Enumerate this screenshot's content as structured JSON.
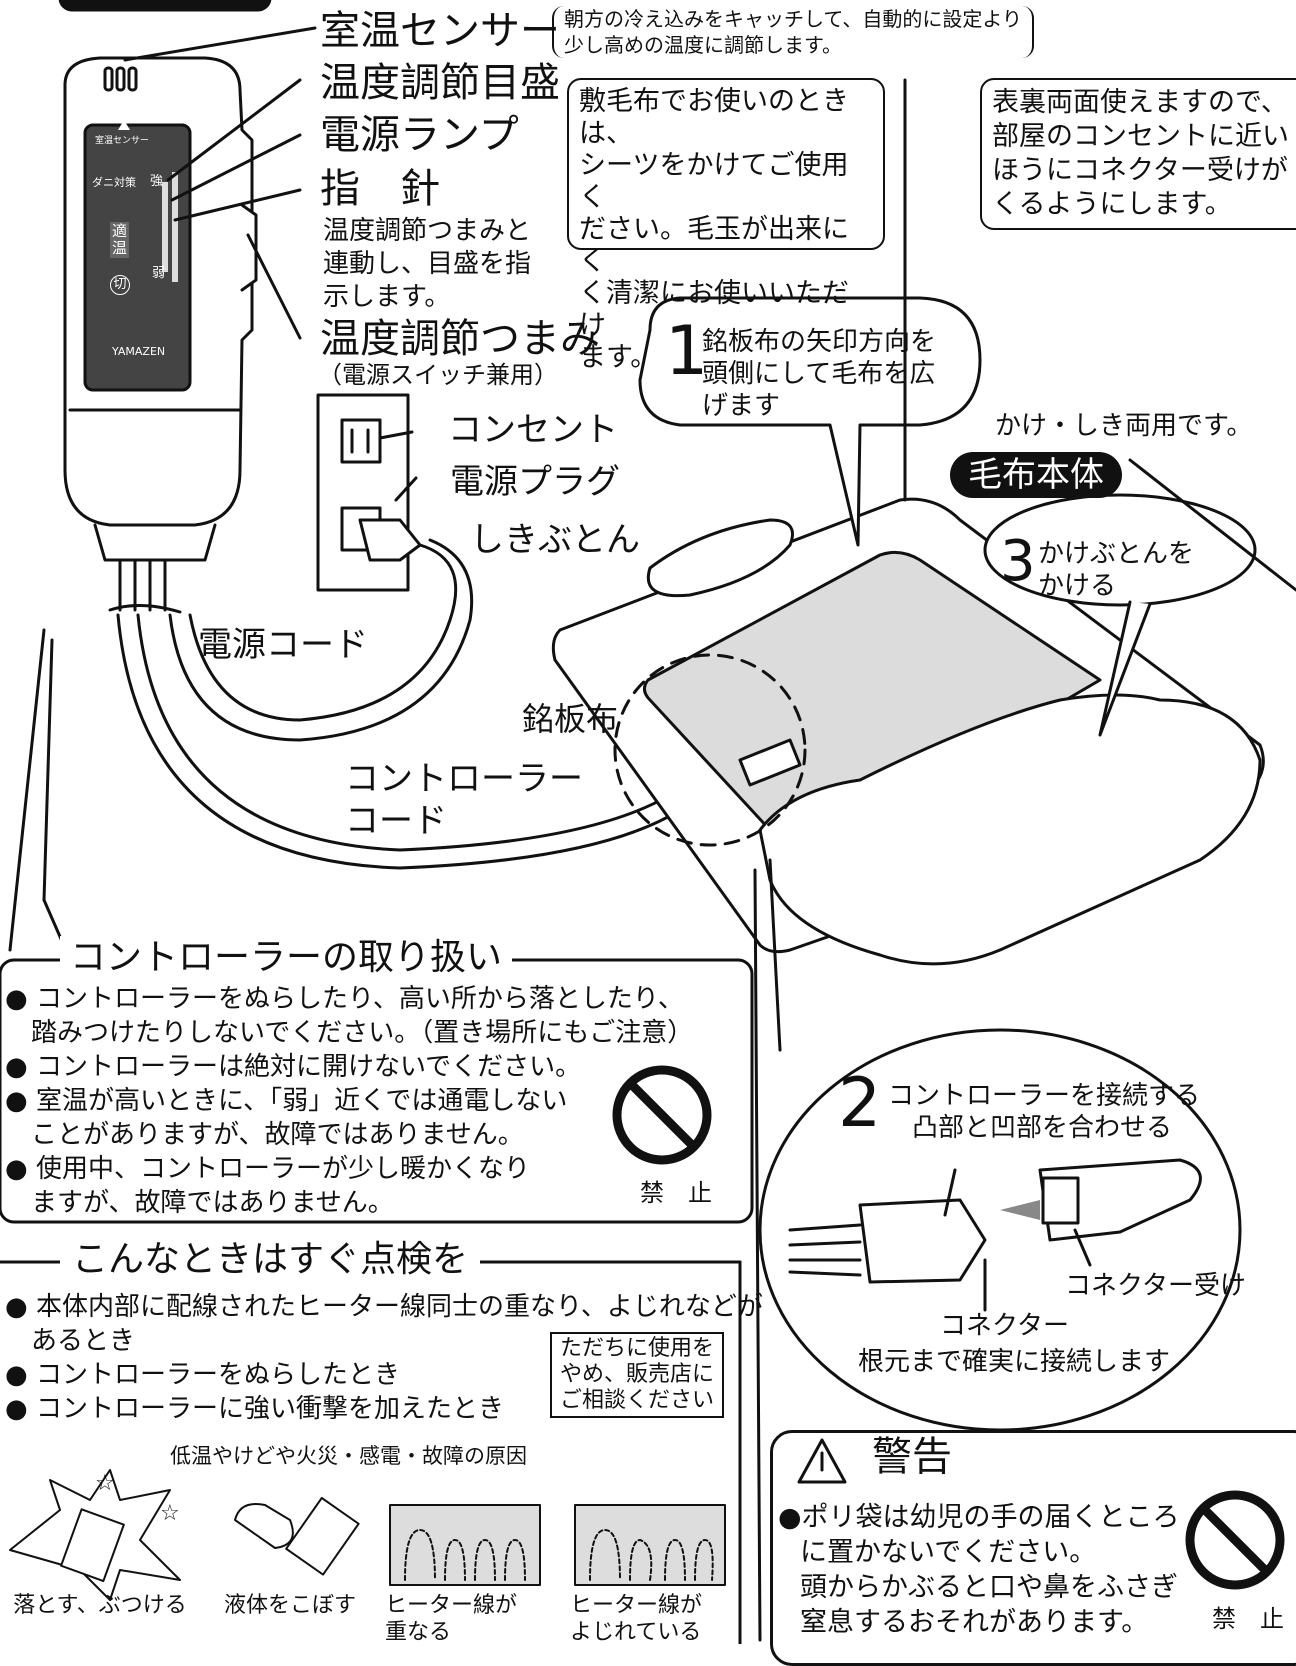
{
  "labels": {
    "room_sensor": "室温センサー",
    "room_sensor_note_1": "朝方の冷え込みをキャッチして、自動的に設定より",
    "room_sensor_note_2": "少し高めの温度に調節します。",
    "temp_scale": "温度調節目盛",
    "power_lamp": "電源ランプ",
    "pointer": "指　針",
    "pointer_desc_1": "温度調節つまみと",
    "pointer_desc_2": "連動し、目盛を指",
    "pointer_desc_3": "示します。",
    "temp_knob": "温度調節つまみ",
    "temp_knob_sub": "（電源スイッチ兼用）",
    "outlet": "コンセント",
    "power_plug": "電源プラグ",
    "futon": "しきぶとん",
    "power_cord": "電源コード",
    "nameplate_cloth": "銘板布",
    "controller_cord_1": "コントローラー",
    "controller_cord_2": "コード",
    "both_use": "かけ・しき両用です。",
    "blanket_body": "毛布本体"
  },
  "controller_device": {
    "sensor_label": "室温センサー",
    "mite_label": "ダニ対策",
    "strong": "強",
    "weak": "弱",
    "optimal_1": "適",
    "optimal_2": "温",
    "off": "切",
    "brand": "YAMAZEN"
  },
  "notes": {
    "sheet_note": [
      "敷毛布でお使いのときは、",
      "シーツをかけてご使用く",
      "ださい。毛玉が出来にく",
      "く清潔にお使いいただけ",
      "ます。"
    ],
    "reversible_note": [
      "表裏両面使えますので、",
      "部屋のコンセントに近い",
      "ほうにコネクター受けが",
      "くるようにします。"
    ]
  },
  "steps": {
    "step1_num": "1",
    "step1_text": [
      "銘板布の矢印方向を",
      "頭側にして毛布を広",
      "げます"
    ],
    "step2_num": "2",
    "step2_text_1": "コントローラーを接続する",
    "step2_text_2": "凸部と凹部を合わせる",
    "step2_receiver": "コネクター受け",
    "step2_connector": "コネクター",
    "step2_note": "根元まで確実に接続します",
    "step3_num": "3",
    "step3_text": [
      "かけぶとんを",
      "かける"
    ]
  },
  "controller_handling": {
    "title": "コントローラーの取り扱い",
    "items": [
      "● コントローラーをぬらしたり、高い所から落としたり、",
      "　踏みつけたりしないでください。（置き場所にもご注意）",
      "● コントローラーは絶対に開けないでください。",
      "● 室温が高いときに、「弱」近くでは通電しない",
      "　ことがありますが、故障ではありません。",
      "● 使用中、コントローラーが少し暖かくなり",
      "　ますが、故障ではありません。"
    ],
    "prohibited": "禁　止"
  },
  "inspection": {
    "title": "こんなときはすぐ点検を",
    "items": [
      "● 本体内部に配線されたヒーター線同士の重なり、よじれなどが",
      "　あるとき",
      "● コントローラーをぬらしたとき",
      "● コントローラーに強い衝撃を加えたとき"
    ],
    "notice": [
      "ただちに使用を",
      "やめ、販売店に",
      "ご相談ください"
    ],
    "cause": "低温やけどや火災・感電・故障の原因",
    "captions": [
      {
        "line1": "落とす、ぶつける",
        "line2": ""
      },
      {
        "line1": "液体をこぼす",
        "line2": ""
      },
      {
        "line1": "ヒーター線が",
        "line2": "重なる"
      },
      {
        "line1": "ヒーター線が",
        "line2": "よじれている"
      }
    ]
  },
  "warning": {
    "title": "警告",
    "lines": [
      "●ポリ袋は幼児の手の届くところ",
      "に置かないでください。",
      "頭からかぶると口や鼻をふさぎ",
      "窒息するおそれがあります。"
    ],
    "prohibited": "禁　止"
  }
}
